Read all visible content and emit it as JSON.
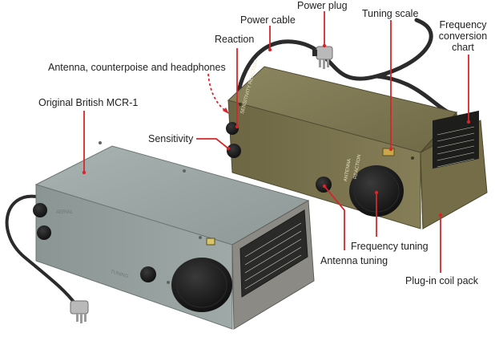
{
  "labels": {
    "power_plug": "Power plug",
    "power_cable": "Power cable",
    "tuning_scale": "Tuning scale",
    "frequency_conversion_chart": "Frequency conversion chart",
    "reaction": "Reaction",
    "antenna_counterpoise_headphones": "Antenna, counterpoise and headphones",
    "original_british": "Original British MCR-1",
    "sensitivity": "Sensitivity",
    "frequency_tuning": "Frequency tuning",
    "antenna_tuning": "Antenna tuning",
    "plug_in_coil_pack": "Plug-in coil pack"
  },
  "panel_text": {
    "sensitivity_reaction": "SENSITIVITY REACTION",
    "antenna": "ANTENNA",
    "aerial": "AERIAL",
    "tuning": "TUNING",
    "reaction": "REACTION"
  },
  "colors": {
    "callout_red": "#d6262b",
    "khaki_body": "#7d7650",
    "grey_body": "#97a2a1"
  }
}
